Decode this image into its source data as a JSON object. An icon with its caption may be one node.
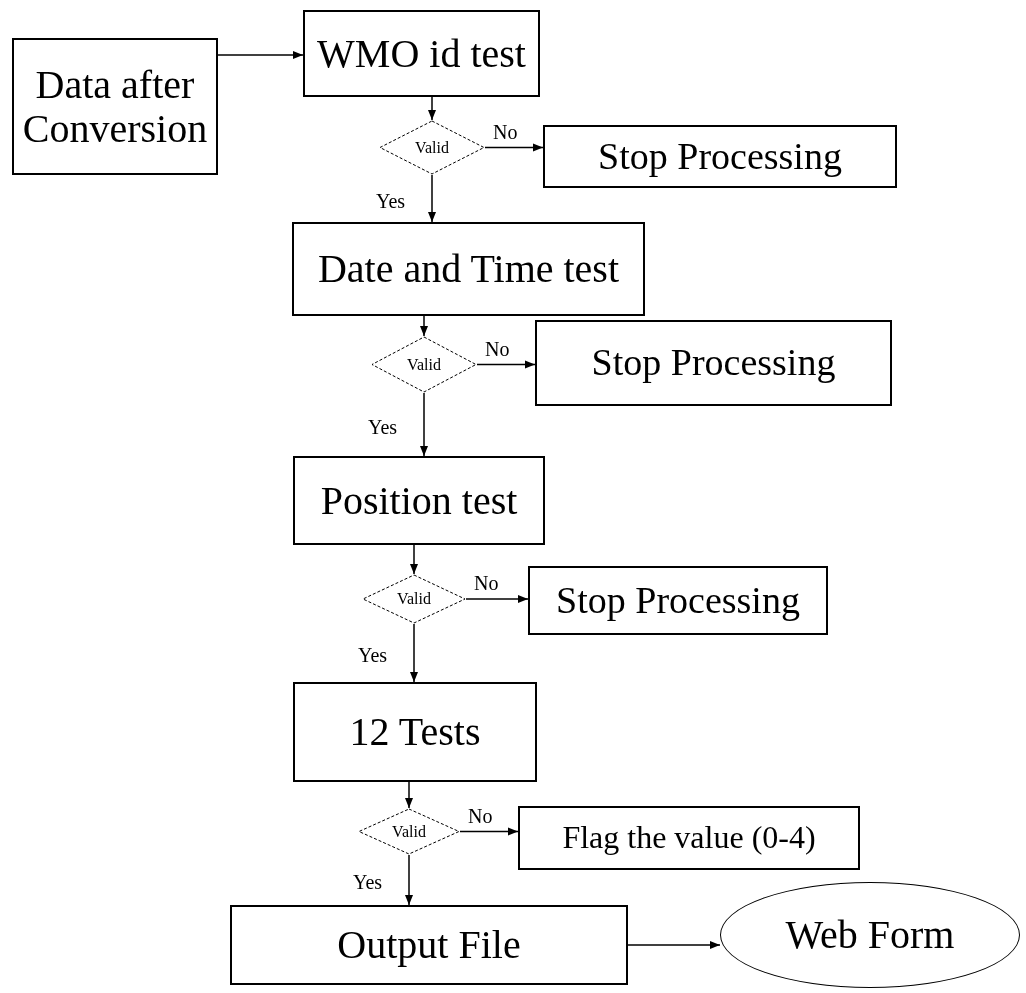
{
  "diagram": {
    "nodes": [
      {
        "text": [
          "Data after Conversion"
        ]
      },
      {
        "text": [
          "WMO id test"
        ]
      },
      {
        "text": [
          "Valid"
        ]
      },
      {
        "text": [
          "Stop Processing"
        ]
      },
      {
        "text": [
          "Date and Time test"
        ]
      },
      {
        "text": [
          "Valid"
        ]
      },
      {
        "text": [
          "Stop Processing"
        ]
      },
      {
        "text": [
          "Position test"
        ]
      },
      {
        "text": [
          "Valid"
        ]
      },
      {
        "text": [
          "Stop Processing"
        ]
      },
      {
        "text": [
          "12 Tests"
        ]
      },
      {
        "text": [
          "Valid"
        ]
      },
      {
        "text": [
          "Flag the value (0-4)"
        ]
      },
      {
        "text": [
          "Output File"
        ]
      },
      {
        "text": [
          "Web Form"
        ]
      }
    ],
    "edges": [
      {
        "from": 0,
        "to": 1,
        "arrow": "to"
      },
      {
        "from": 1,
        "to": 2,
        "arrow": "to"
      },
      {
        "from": 2,
        "to": 3,
        "label": "No",
        "arrow": "to"
      },
      {
        "from": 2,
        "to": 4,
        "label": "Yes",
        "arrow": "to"
      },
      {
        "from": 4,
        "to": 5,
        "arrow": "to"
      },
      {
        "from": 5,
        "to": 6,
        "label": "No",
        "arrow": "to"
      },
      {
        "from": 5,
        "to": 7,
        "label": "Yes",
        "arrow": "to"
      },
      {
        "from": 7,
        "to": 8,
        "arrow": "to"
      },
      {
        "from": 8,
        "to": 9,
        "label": "No",
        "arrow": "to"
      },
      {
        "from": 8,
        "to": 10,
        "label": "Yes",
        "arrow": "to"
      },
      {
        "from": 10,
        "to": 11,
        "arrow": "to"
      },
      {
        "from": 11,
        "to": 12,
        "label": "No",
        "arrow": "to"
      },
      {
        "from": 11,
        "to": 13,
        "label": "Yes",
        "arrow": "to"
      },
      {
        "from": 13,
        "to": 14,
        "arrow": "to"
      }
    ]
  }
}
